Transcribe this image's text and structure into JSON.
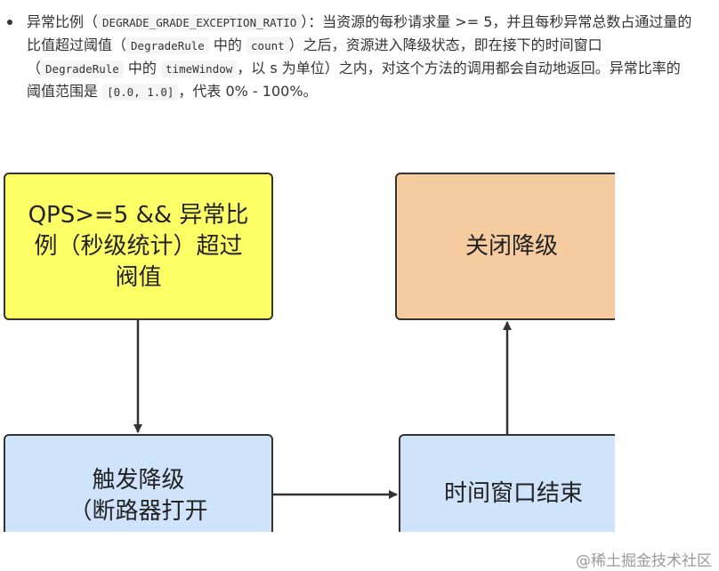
{
  "bullet": {
    "t1": "异常比例（",
    "c1": "DEGRADE_GRADE_EXCEPTION_RATIO",
    "t2": "）：当资源的每秒请求量 >= 5，并且每秒异常总数占通过量的比值超过阈值（",
    "c2": "DegradeRule",
    "t3": "中的",
    "c3": "count",
    "t4": "）之后，资源进入降级状态，即在接下的时间窗口（",
    "c4": "DegradeRule",
    "t5": "中的",
    "c5": "timeWindow",
    "t6": "，以 s 为单位）之内，对这个方法的调用都会自动地返回。异常比率的阈值范围是",
    "c6": "[0.0, 1.0]",
    "t7": "，代表 0% - 100%。"
  },
  "diagram": {
    "node_trigger_cond": {
      "line1": "QPS>=5 && 异常比",
      "line2": "例（秒级统计）超过",
      "line3": "阀值"
    },
    "node_close": "关闭降级",
    "node_degrade": {
      "line1": "触发降级",
      "line2": "（断路器打开"
    },
    "node_window_end": "时间窗口结束",
    "colors": {
      "yellow": "#ffff66",
      "orange": "#f7cba0",
      "blue": "#cfe3fb"
    }
  },
  "watermark": "@稀土掘金技术社区"
}
